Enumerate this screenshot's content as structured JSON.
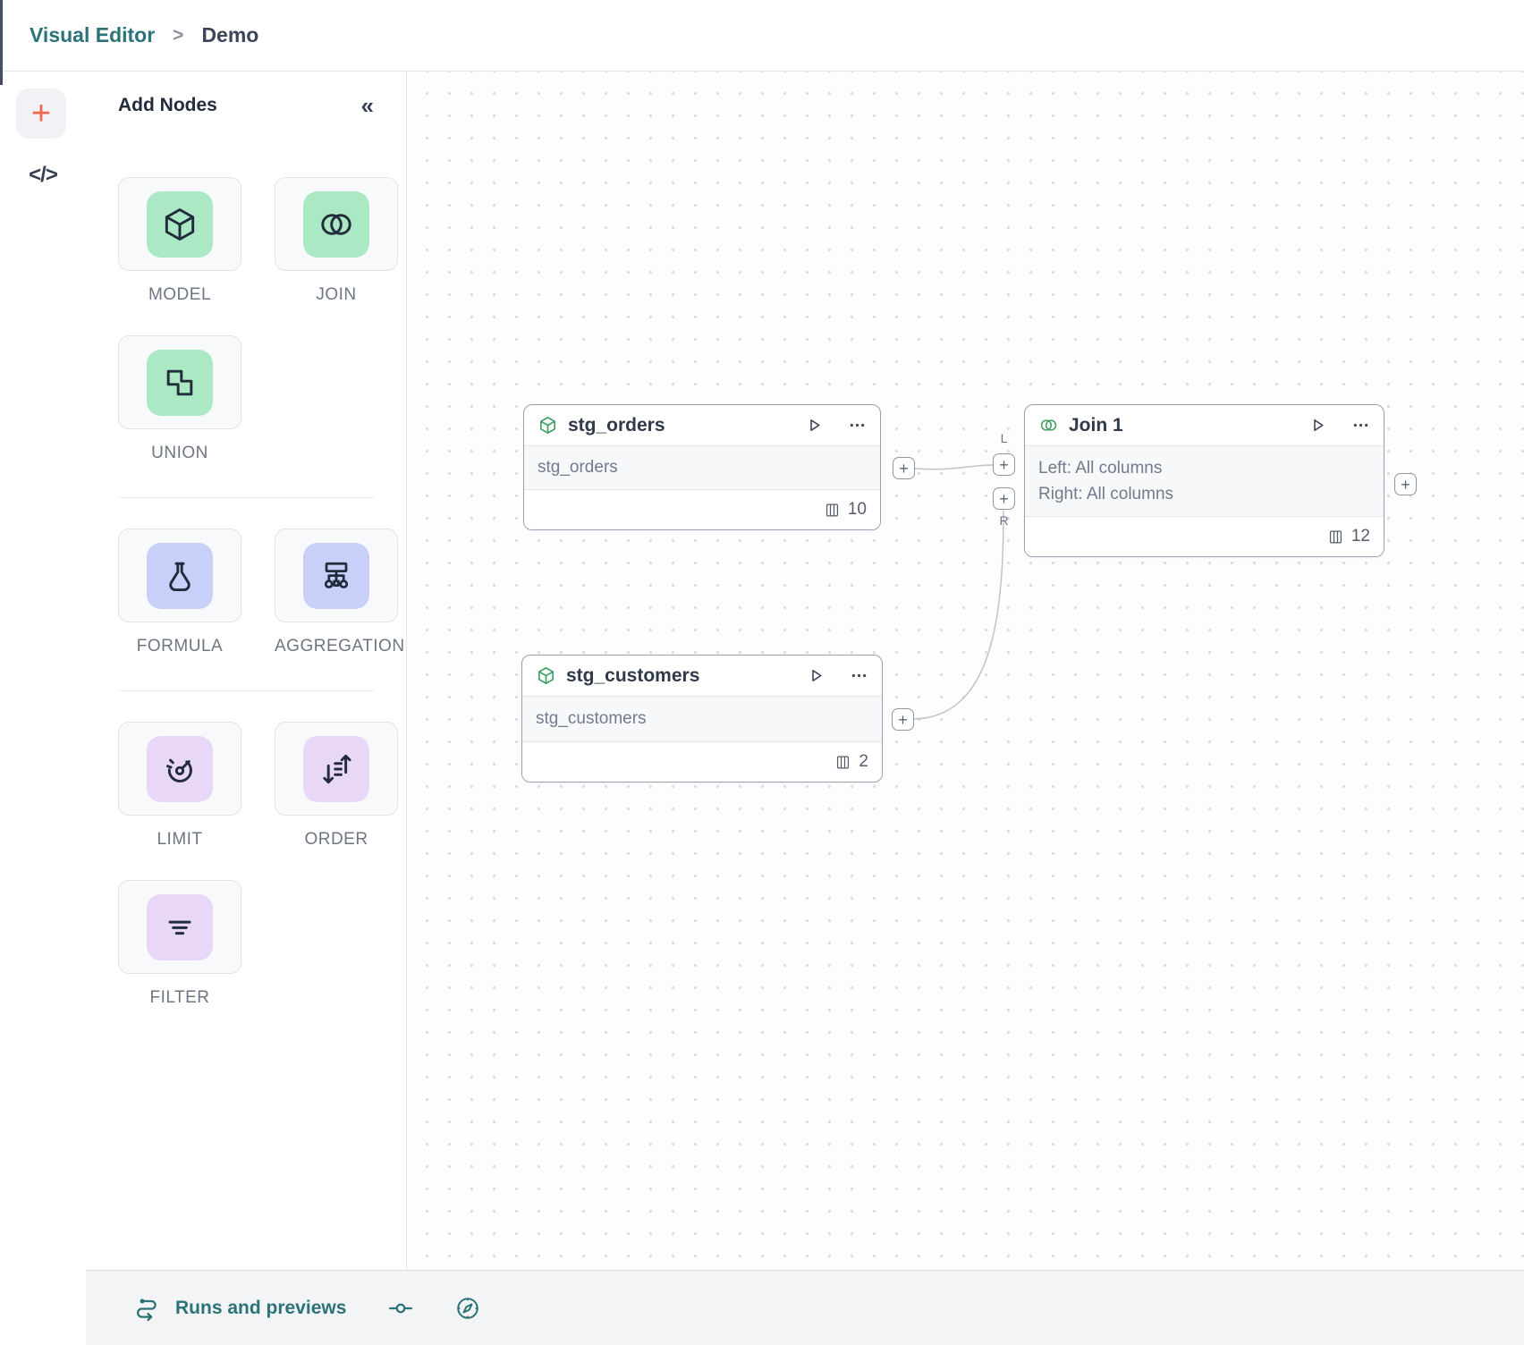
{
  "header": {
    "breadcrumb": {
      "section": "Visual Editor",
      "separator": ">",
      "page": "Demo"
    }
  },
  "sidebar": {
    "add_icon": "+",
    "code_icon": "</>"
  },
  "palette": {
    "title": "Add Nodes",
    "collapse_icon": "«",
    "groups": [
      {
        "items": [
          {
            "label": "MODEL"
          },
          {
            "label": "JOIN"
          },
          {
            "label": "UNION"
          }
        ]
      },
      {
        "items": [
          {
            "label": "FORMULA"
          },
          {
            "label": "AGGREGATION"
          }
        ]
      },
      {
        "items": [
          {
            "label": "LIMIT"
          },
          {
            "label": "ORDER"
          },
          {
            "label": "FILTER"
          }
        ]
      }
    ]
  },
  "canvas": {
    "port_plus": "+",
    "port_labels": {
      "left": "L",
      "right": "R"
    },
    "nodes": [
      {
        "title": "stg_orders",
        "type": "model",
        "body_lines": [
          "stg_orders"
        ],
        "column_count": "10"
      },
      {
        "title": "stg_customers",
        "type": "model",
        "body_lines": [
          "stg_customers"
        ],
        "column_count": "2"
      },
      {
        "title": "Join 1",
        "type": "join",
        "body_lines": [
          "Left: All columns",
          "Right: All columns"
        ],
        "column_count": "12"
      }
    ]
  },
  "statusbar": {
    "runs_label": "Runs and previews"
  },
  "colors": {
    "accent_teal": "#2b7377",
    "accent_orange": "#f2674a",
    "tile_green": "#abe9c4",
    "tile_blue": "#c8cff8",
    "tile_purple": "#e9d7f8",
    "node_icon_green": "#3d9e63"
  }
}
